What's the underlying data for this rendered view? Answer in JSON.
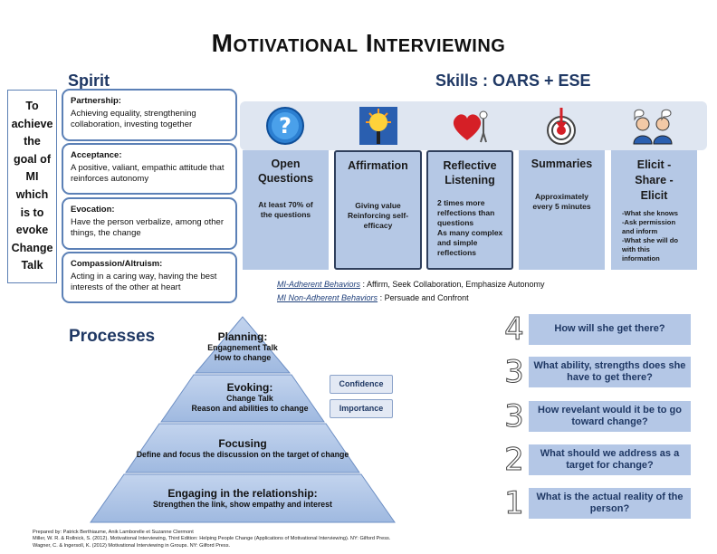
{
  "title": "Motivational Interviewing",
  "spirit": {
    "heading": "Spirit",
    "goal_lines": [
      "To",
      "achieve",
      "the",
      "goal of",
      "MI",
      "which",
      "is to",
      "evoke",
      "Change",
      "Talk"
    ],
    "cards": [
      {
        "title": "Partnership:",
        "text": "Achieving equality, strengthening collaboration, investing together"
      },
      {
        "title": "Acceptance:",
        "text": "A positive, valiant, empathic attitude that reinforces autonomy"
      },
      {
        "title": "Evocation:",
        "text": "Have the person verbalize, among other things, the change"
      },
      {
        "title": "Compassion/Altruism:",
        "text": "Acting in a caring way, having the best interests of the other at heart"
      }
    ]
  },
  "skills": {
    "heading": "Skills : OARS + ESE",
    "icons": [
      "question-mark-icon",
      "sun-flower-icon",
      "heart-person-icon",
      "target-icon",
      "two-people-talking-icon"
    ],
    "boxes": [
      {
        "title": "Open Questions",
        "lines": [
          "At least 70% of",
          "the questions"
        ]
      },
      {
        "title": "Affirmation",
        "lines": [
          "Giving value",
          "Reinforcing self-",
          "efficacy"
        ]
      },
      {
        "title": "Reflective Listening",
        "lines": [
          "2 times more",
          "relfections than",
          "questions",
          "As many complex",
          "and simple",
          "reflections"
        ]
      },
      {
        "title": "Summaries",
        "lines": [
          "Approximately",
          "every 5 minutes"
        ]
      },
      {
        "title": "Elicit - Share - Elicit",
        "lines": [
          "-What she knows",
          "-Ask permission",
          "and inform",
          "-What she will do",
          "with this",
          "information"
        ]
      }
    ],
    "adherent_label": "MI-Adherent Behaviors",
    "adherent_text": " : Affirm, Seek Collaboration, Emphasize Autonomy",
    "non_adherent_label": "MI Non-Adherent Behaviors",
    "non_adherent_text": " : Persuade and  Confront"
  },
  "processes": {
    "heading": "Processes",
    "planning": {
      "title": "Planning:",
      "lines": [
        "Engagnement Talk",
        "How to change"
      ]
    },
    "evoking": {
      "title": "Evoking:",
      "lines": [
        "Change Talk",
        "Reason and abilities to change"
      ]
    },
    "focusing": {
      "title": "Focusing",
      "lines": [
        "Define and focus the discussion on the target of change"
      ]
    },
    "engaging": {
      "title": "Engaging in the relationship:",
      "lines": [
        "Strengthen the link, show empathy and interest"
      ]
    },
    "confidence": "Confidence",
    "importance": "Importance"
  },
  "questions": [
    {
      "num": "4",
      "text": "How will she get there?"
    },
    {
      "num": "3",
      "text": "What ability, strengths does she have to get there?"
    },
    {
      "num": "3",
      "text": "How revelant would it be to go toward change?"
    },
    {
      "num": "2",
      "text": "What should we address as a target for change?"
    },
    {
      "num": "1",
      "text": "What is the actual reality of the person?"
    }
  ],
  "references": [
    "Prepared by: Patrick Berthiaume, Anik Lamborelle et Suzanne Clermont",
    "Miller, W. R. & Rollnick, S. (2012). Motivational Interviewing, Third Edition: Helping People Change (Applications of Motivational Interviewing). NY: Gilford Press.",
    "Wagner, C. & Ingersoll, K. (2012) Motivational Interviewing in Groups. NY: Gilford Press."
  ],
  "colors": {
    "accent": "#b5c8e5",
    "frame": "#5b80b6",
    "heading": "#1f3864"
  }
}
